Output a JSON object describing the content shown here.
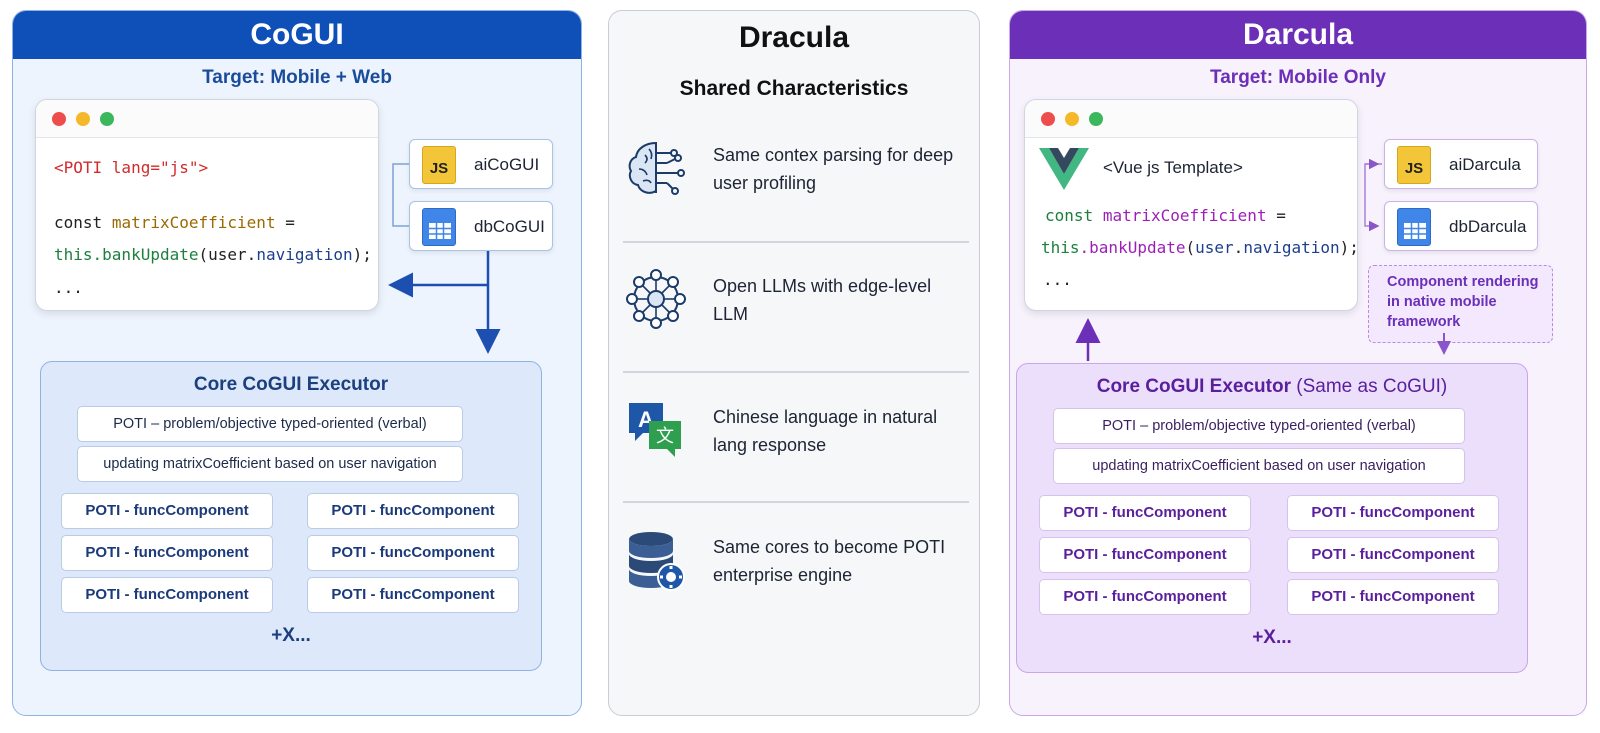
{
  "left_panel": {
    "title": "CoGUI",
    "target": "Target: Mobile + Web",
    "code": {
      "line1": "<POTI lang=\"js\">",
      "line2_kw": "const",
      "line2_var": "matrixCoefficient",
      "line2_eq": "=",
      "line3_obj": "this",
      "line3_method": ".bankUpdate",
      "line3_open": "(",
      "line3_arg1": "user",
      "line3_dot": ".",
      "line3_arg2": "navigation",
      "line3_close": ");",
      "line4": "..."
    },
    "files": [
      {
        "icon": "js-file-icon",
        "icon_label": "JS",
        "name": "aiCoGUI"
      },
      {
        "icon": "spreadsheet-icon",
        "name": "dbCoGUI"
      }
    ],
    "executor": {
      "title": "Core CoGUI Executor",
      "rows": [
        "POTI – problem/objective typed-oriented (verbal)",
        "updating matrixCoefficient based on user navigation"
      ],
      "components": [
        "POTI - funcComponent",
        "POTI - funcComponent",
        "POTI - funcComponent",
        "POTI - funcComponent",
        "POTI - funcComponent",
        "POTI - funcComponent"
      ],
      "more": "+X..."
    }
  },
  "middle_panel": {
    "title": "Dracula",
    "subtitle": "Shared Characteristics",
    "features": [
      {
        "icon": "brain-circuit-icon",
        "text": "Same contex parsing for deep user profiling"
      },
      {
        "icon": "neural-network-icon",
        "text": "Open LLMs with edge-level LLM"
      },
      {
        "icon": "translate-icon",
        "text": "Chinese language in natural lang response"
      },
      {
        "icon": "database-icon",
        "text": "Same cores to become POTI enterprise engine"
      }
    ]
  },
  "right_panel": {
    "title": "Darcula",
    "target": "Target: Mobile Only",
    "code": {
      "template_label": "<Vue js Template>",
      "line2_kw": "const",
      "line2_var": "matrixCoefficient",
      "line2_eq": "=",
      "line3_obj": "this",
      "line3_method": ".bankUpdate",
      "line3_open": "(",
      "line3_arg1": "user",
      "line3_dot": ".",
      "line3_arg2": "navigation",
      "line3_close": ");",
      "line4": "..."
    },
    "files": [
      {
        "icon": "js-file-icon",
        "icon_label": "JS",
        "name": "aiDarcula"
      },
      {
        "icon": "spreadsheet-icon",
        "name": "dbDarcula"
      }
    ],
    "note": "Component rendering in native mobile framework",
    "executor": {
      "title": "Core CoGUI Executor",
      "title_suffix": "(Same as CoGUI)",
      "rows": [
        "POTI – problem/objective typed-oriented (verbal)",
        "updating matrixCoefficient based on user navigation"
      ],
      "components": [
        "POTI - funcComponent",
        "POTI - funcComponent",
        "POTI - funcComponent",
        "POTI - funcComponent",
        "POTI - funcComponent",
        "POTI - funcComponent"
      ],
      "more": "+X..."
    }
  },
  "colors": {
    "cogui_blue": "#0f4fb8",
    "darcula_purple": "#6b2fb8",
    "vue_green": "#41b883",
    "vue_dark": "#35495e"
  }
}
